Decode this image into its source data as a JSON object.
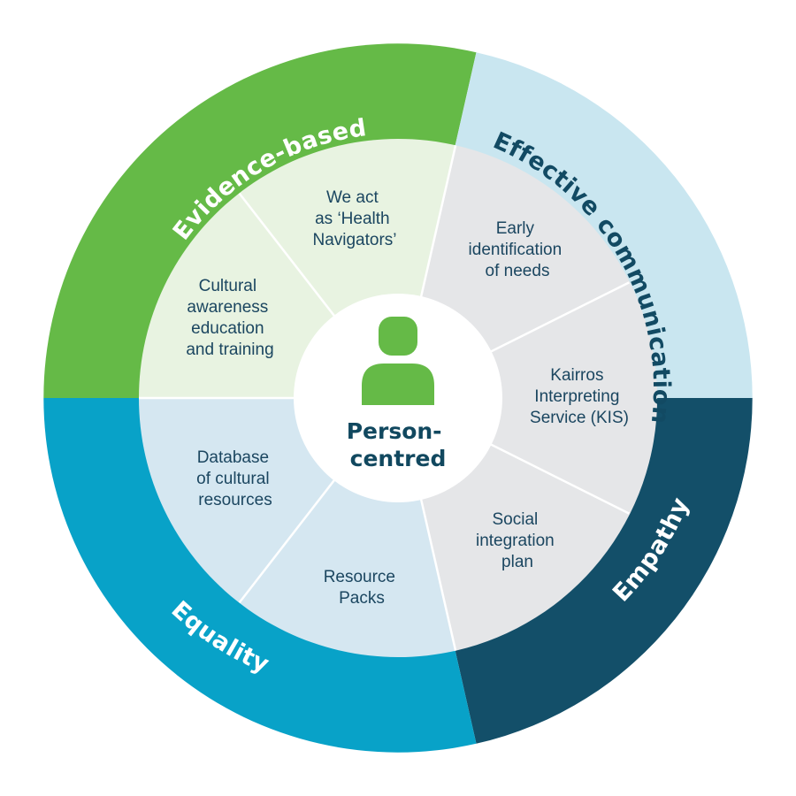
{
  "colors": {
    "evidence_outer": "#65ba47",
    "communication_outer": "#c9e6f0",
    "empathy_outer": "#134f69",
    "equality_outer": "#08a2c8",
    "evidence_inner": "#e8f3e1",
    "communication_inner": "#e5e6e8",
    "equality_inner": "#d5e7f1",
    "center": "#ffffff",
    "person_icon": "#65ba47",
    "divider": "#ffffff"
  },
  "outer": {
    "evidence": "Evidence-based",
    "communication": "Effective communication",
    "empathy": "Empathy",
    "equality": "Equality"
  },
  "inner": {
    "health_navigators": [
      "We act",
      "as ‘Health",
      "Navigators’"
    ],
    "cultural_awareness": [
      "Cultural",
      "awareness",
      "education",
      "and training"
    ],
    "early_identification": [
      "Early",
      "identification",
      "of needs"
    ],
    "kairros": [
      "Kairros",
      "Interpreting",
      "Service (KIS)"
    ],
    "social_integration": [
      "Social",
      "integration",
      "plan"
    ],
    "database": [
      "Database",
      "of cultural",
      "resources"
    ],
    "resource_packs": [
      "Resource",
      "Packs"
    ]
  },
  "center": {
    "icon": "person-icon",
    "title_line1": "Person-",
    "title_line2": "centred"
  }
}
